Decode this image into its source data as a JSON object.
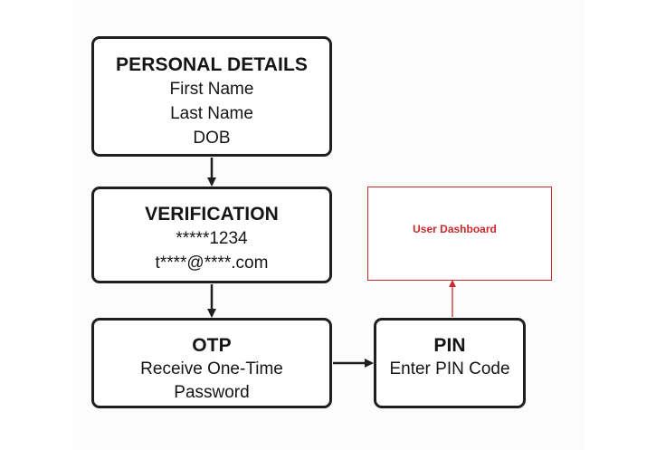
{
  "personal_details": {
    "title": "PERSONAL DETAILS",
    "lines": [
      "First Name",
      "Last Name",
      "DOB"
    ]
  },
  "verification": {
    "title": "VERIFICATION",
    "lines": [
      "*****1234",
      "t****@****.com"
    ]
  },
  "otp": {
    "title": "OTP",
    "lines": [
      "Receive One-Time",
      "Password"
    ]
  },
  "pin": {
    "title": "PIN",
    "lines": [
      "Enter PIN Code"
    ]
  },
  "dashboard": {
    "label": "User Dashboard"
  },
  "colors": {
    "box_border": "#1f1f1f",
    "accent_red": "#c92a2a"
  }
}
